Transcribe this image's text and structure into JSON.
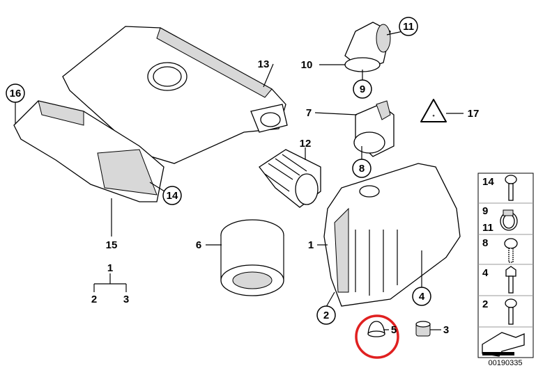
{
  "callouts": {
    "p1": "1",
    "p1b": "1",
    "p2": "2",
    "p2b": "2",
    "p3": "3",
    "p3b": "3",
    "p4": "4",
    "p5": "5",
    "p6": "6",
    "p7": "7",
    "p8": "8",
    "p9": "9",
    "p10": "10",
    "p11": "11",
    "p12": "12",
    "p13": "13",
    "p14": "14",
    "p15": "15",
    "p16": "16",
    "p17": "17"
  },
  "legend_panel": {
    "rows": [
      {
        "label": "14",
        "icon": "screw-icon"
      },
      {
        "label": "9",
        "label2": "11",
        "icon": "hose-clamp-icon"
      },
      {
        "label": "8",
        "icon": "self-tapping-screw-icon"
      },
      {
        "label": "4",
        "icon": "hex-bolt-icon"
      },
      {
        "label": "2",
        "icon": "screw-icon"
      }
    ],
    "direction_icon": "arrow-icon"
  },
  "diagram_code": "00190335",
  "highlight_color": "#e02020"
}
